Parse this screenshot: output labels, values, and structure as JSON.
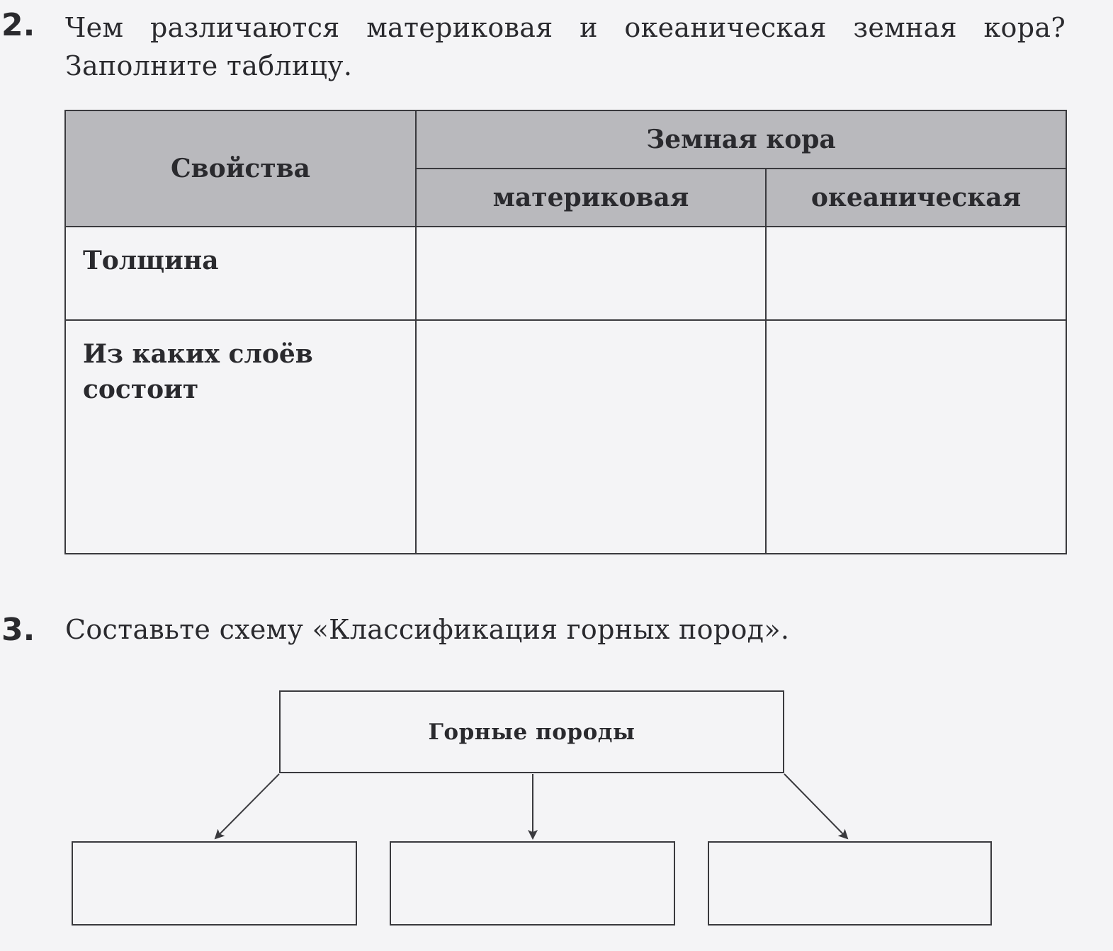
{
  "task2": {
    "number": "2.",
    "text": "Чем различаются материковая и океаническая земная кора? Заполните таблицу."
  },
  "table": {
    "header_properties": "Свойства",
    "header_group": "Земная кора",
    "header_continental": "материковая",
    "header_oceanic": "океаническая",
    "rows": [
      {
        "label": "Толщина",
        "continental": "",
        "oceanic": ""
      },
      {
        "label": "Из каких слоёв состоит",
        "continental": "",
        "oceanic": ""
      }
    ]
  },
  "task3": {
    "number": "3.",
    "text": "Составьте схему «Классификация горных пород»."
  },
  "diagram": {
    "root_label": "Горные породы",
    "children": [
      "",
      "",
      ""
    ]
  }
}
